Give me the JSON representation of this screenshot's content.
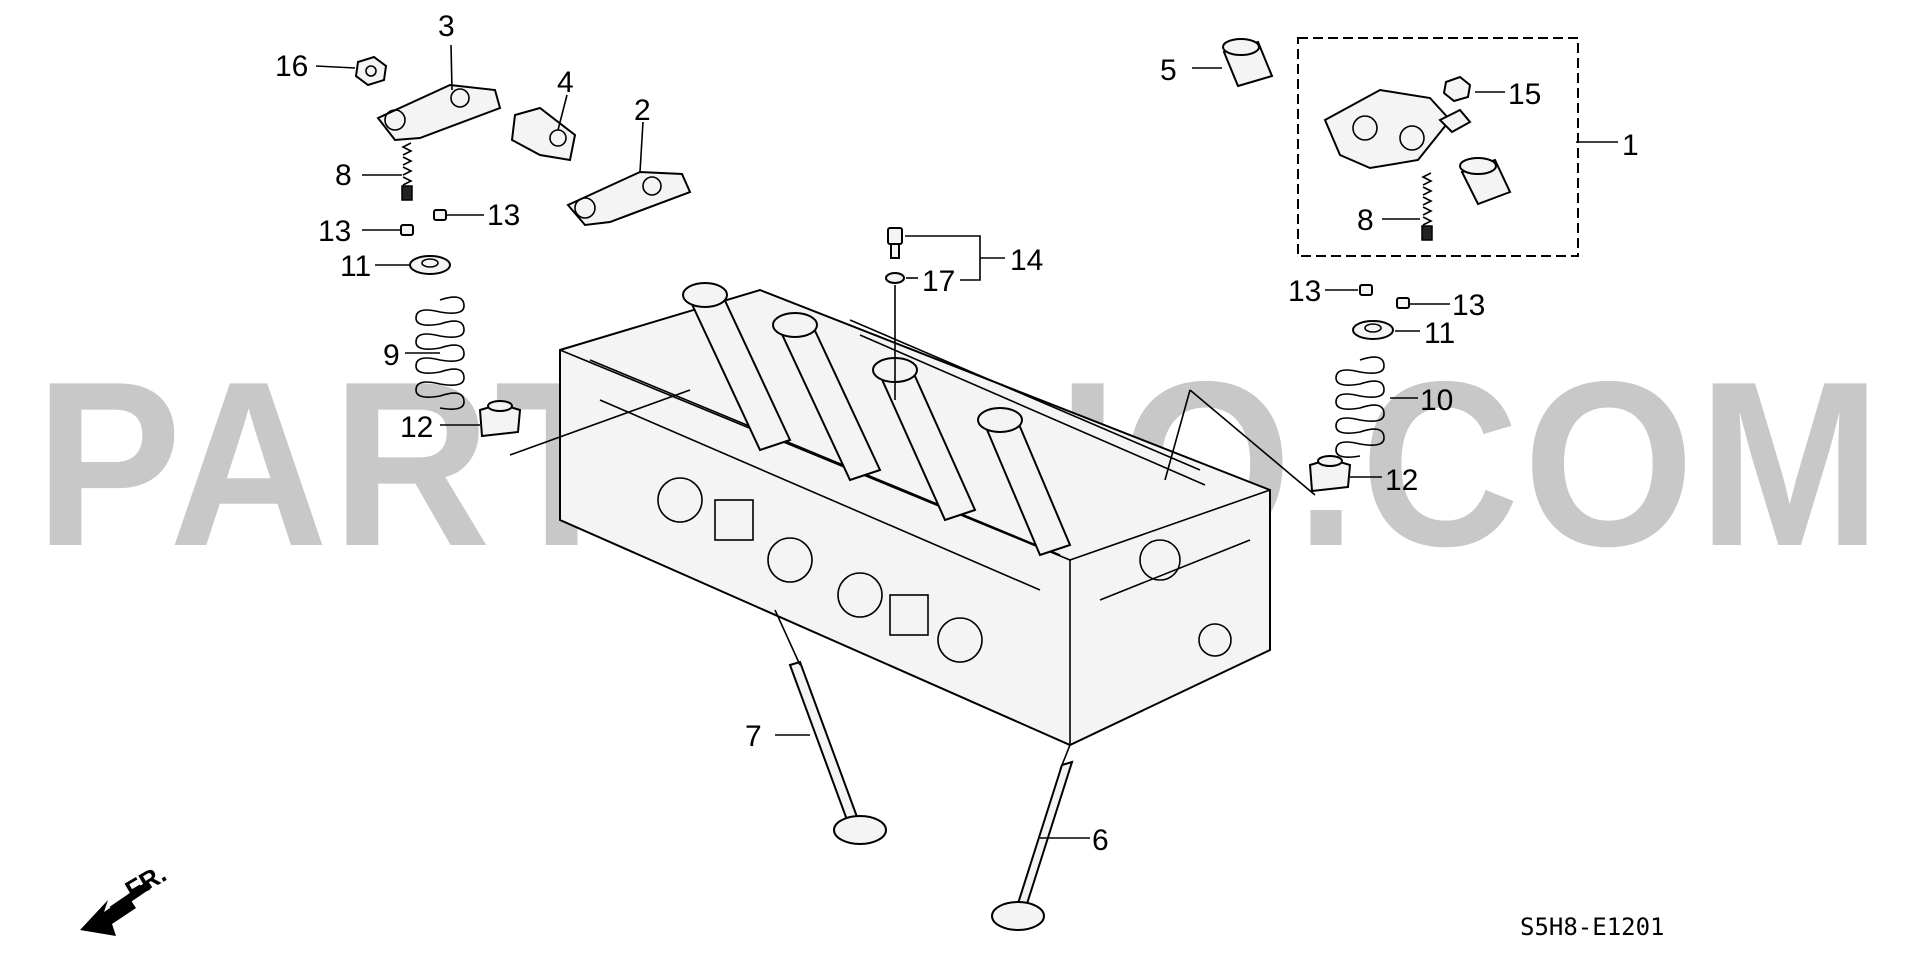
{
  "watermark": {
    "text": "PARTSOUQ.COM"
  },
  "diagram_code": "S5H8-E1201",
  "front_marker": {
    "label": "FR.",
    "icon": "front-arrow-icon"
  },
  "callouts": [
    {
      "id": "c1",
      "label": "1"
    },
    {
      "id": "c2",
      "label": "2"
    },
    {
      "id": "c3",
      "label": "3"
    },
    {
      "id": "c4",
      "label": "4"
    },
    {
      "id": "c5",
      "label": "5"
    },
    {
      "id": "c6",
      "label": "6"
    },
    {
      "id": "c7",
      "label": "7"
    },
    {
      "id": "c8a",
      "label": "8"
    },
    {
      "id": "c8b",
      "label": "8"
    },
    {
      "id": "c9",
      "label": "9"
    },
    {
      "id": "c10",
      "label": "10"
    },
    {
      "id": "c11a",
      "label": "11"
    },
    {
      "id": "c11b",
      "label": "11"
    },
    {
      "id": "c12a",
      "label": "12"
    },
    {
      "id": "c12b",
      "label": "12"
    },
    {
      "id": "c13a",
      "label": "13"
    },
    {
      "id": "c13b",
      "label": "13"
    },
    {
      "id": "c13c",
      "label": "13"
    },
    {
      "id": "c13d",
      "label": "13"
    },
    {
      "id": "c14",
      "label": "14"
    },
    {
      "id": "c15",
      "label": "15"
    },
    {
      "id": "c16",
      "label": "16"
    },
    {
      "id": "c17",
      "label": "17"
    }
  ]
}
